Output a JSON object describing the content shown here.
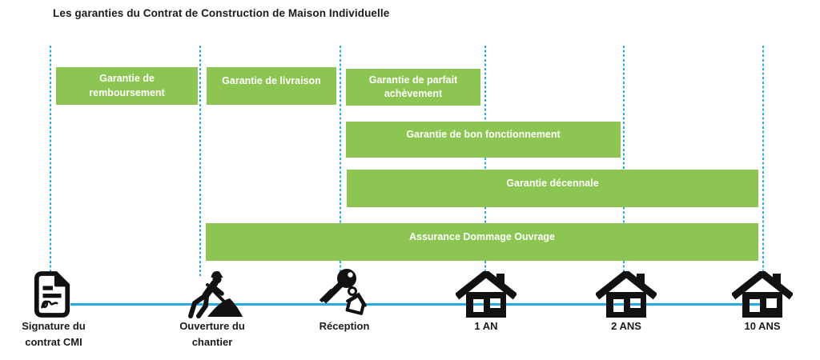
{
  "title": "Les garanties du Contrat de Construction de Maison Individuelle",
  "colors": {
    "bar_green": "#8DC553",
    "timeline_blue": "#29ABE2",
    "bar_text": "#ffffff",
    "label_text": "#1b1b1b"
  },
  "milestones": [
    {
      "id": "signature",
      "label": "Signature du contrat CMI",
      "icon": "contract-signature-icon"
    },
    {
      "id": "ouverture",
      "label": "Ouverture du chantier",
      "icon": "construction-worker-icon"
    },
    {
      "id": "reception",
      "label": "Réception",
      "icon": "keys-icon"
    },
    {
      "id": "un-an",
      "label": "1 AN",
      "icon": "house-icon"
    },
    {
      "id": "deux-ans",
      "label": "2 ANS",
      "icon": "house-icon"
    },
    {
      "id": "dix-ans",
      "label": "10 ANS",
      "icon": "house-icon"
    }
  ],
  "guarantees": [
    {
      "label": "Garantie de remboursement",
      "from": "Signature du contrat CMI",
      "to": "Ouverture du chantier",
      "row": 1
    },
    {
      "label": "Garantie de livraison",
      "from": "Ouverture du chantier",
      "to": "Réception",
      "row": 1
    },
    {
      "label": "Garantie de parfait achèvement",
      "from": "Réception",
      "to": "1 AN",
      "row": 1
    },
    {
      "label": "Garantie de bon fonctionnement",
      "from": "Réception",
      "to": "2 ANS",
      "row": 2
    },
    {
      "label": "Garantie décennale",
      "from": "Réception",
      "to": "10 ANS",
      "row": 3
    },
    {
      "label": "Assurance Dommage Ouvrage",
      "from": "Ouverture du chantier",
      "to": "10 ANS",
      "row": 4
    }
  ]
}
